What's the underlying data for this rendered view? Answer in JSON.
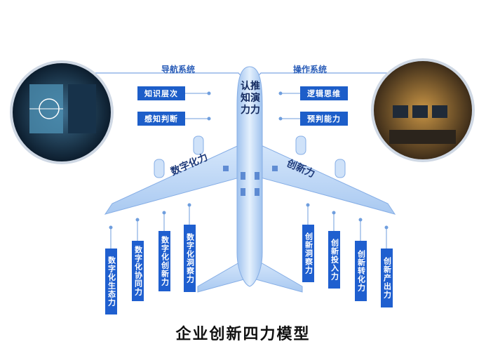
{
  "nav_system": "导航系统",
  "op_system": "操作系统",
  "left_boxes": [
    "知识层次",
    "感知判断"
  ],
  "right_boxes": [
    "逻辑思维",
    "预判能力"
  ],
  "center_lines": [
    "认推",
    "知演",
    "力力"
  ],
  "left_wing": "数字化力",
  "right_wing": "创新力",
  "left_verticals": [
    "数字化生态力",
    "数字化协同力",
    "数字化创新力",
    "数字化洞察力"
  ],
  "right_verticals": [
    "创新洞察力",
    "创新投入力",
    "创新转化力",
    "创新产出力"
  ],
  "caption": "企业创新四力模型",
  "colors": {
    "accent": "#1d5ec9",
    "plane": "#b9d4f5",
    "line": "#6f9ede"
  }
}
